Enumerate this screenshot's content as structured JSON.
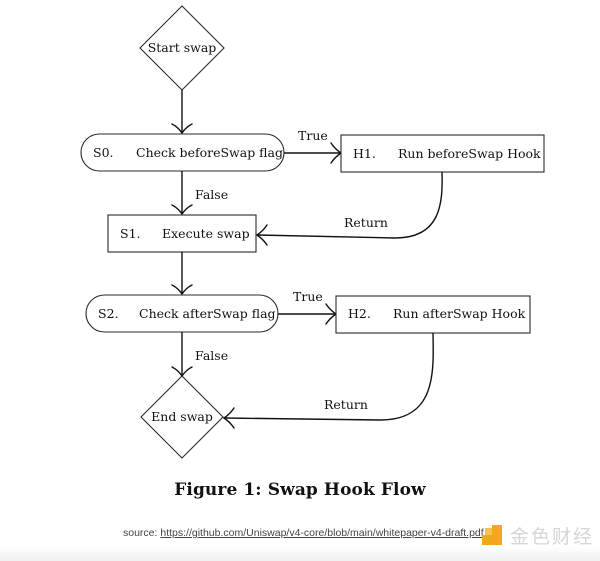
{
  "diagram": {
    "title": "Figure 1: Swap Hook Flow",
    "nodes": {
      "start": {
        "label": "Start swap",
        "shape": "diamond"
      },
      "s0": {
        "id": "S0.",
        "label": "Check beforeSwap flag",
        "shape": "pill"
      },
      "h1": {
        "id": "H1.",
        "label": "Run beforeSwap Hook",
        "shape": "rect"
      },
      "s1": {
        "id": "S1.",
        "label": "Execute swap",
        "shape": "rect"
      },
      "s2": {
        "id": "S2.",
        "label": "Check afterSwap flag",
        "shape": "pill"
      },
      "h2": {
        "id": "H2.",
        "label": "Run afterSwap Hook",
        "shape": "rect"
      },
      "end": {
        "label": "End swap",
        "shape": "diamond"
      }
    },
    "edges": [
      {
        "from": "start",
        "to": "s0",
        "label": ""
      },
      {
        "from": "s0",
        "to": "h1",
        "label": "True"
      },
      {
        "from": "s0",
        "to": "s1",
        "label": "False"
      },
      {
        "from": "h1",
        "to": "s1",
        "label": "Return"
      },
      {
        "from": "s1",
        "to": "s2",
        "label": ""
      },
      {
        "from": "s2",
        "to": "h2",
        "label": "True"
      },
      {
        "from": "s2",
        "to": "end",
        "label": "False"
      },
      {
        "from": "h2",
        "to": "end",
        "label": "Return"
      }
    ]
  },
  "source": {
    "prefix": "source: ",
    "link_text": "https://github.com/Uniswap/v4-core/blob/main/whitepaper-v4-draft.pdf"
  },
  "watermark": {
    "text": "金色财经",
    "logo_color": "#f2a81d"
  }
}
